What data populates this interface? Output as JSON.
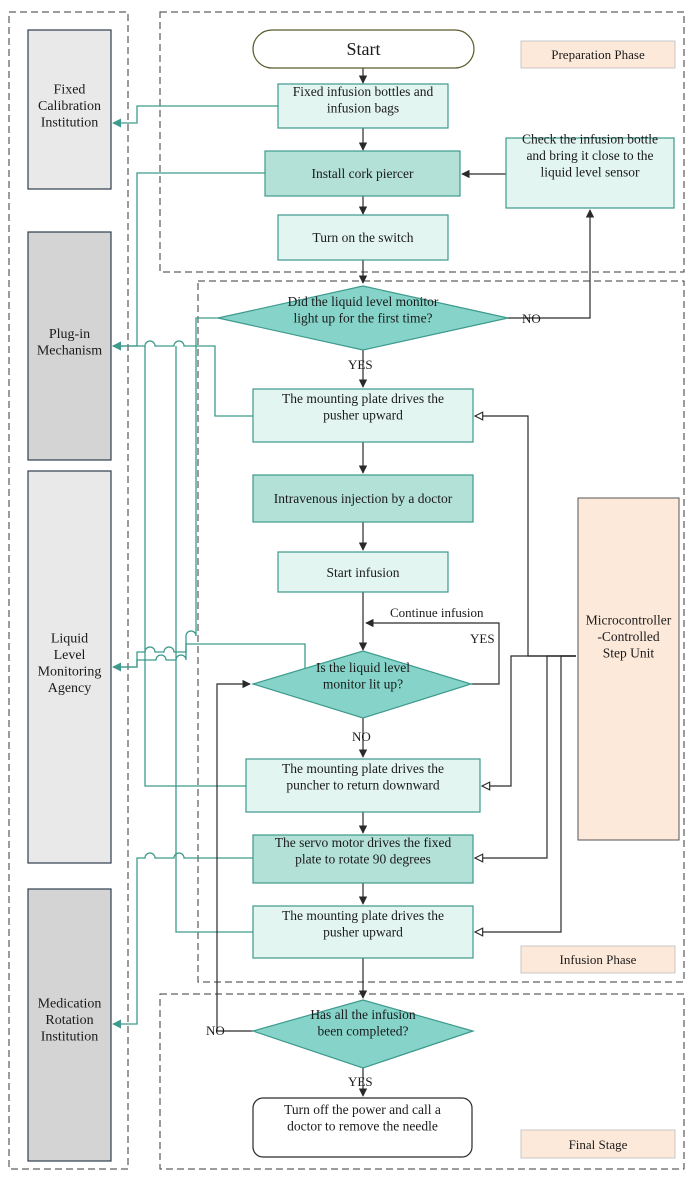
{
  "colors": {
    "proc_fill": "#e3f5f1",
    "proc_dark_fill": "#b3e0d7",
    "decision_fill": "#86d4c9",
    "teal_stroke": "#3d9a8c",
    "side_light_fill": "#e9e9ea",
    "side_dark_fill": "#d4d4d5",
    "phase_fill": "#fde9da",
    "line_dark": "#2a2a2a"
  },
  "side_panels": {
    "fixed_calibration": "Fixed\nCalibration\nInstitution",
    "plug_in": "Plug-in\nMechanism",
    "liquid_level": "Liquid\nLevel\nMonitoring\nAgency",
    "medication_rotation": "Medication\nRotation\nInstitution"
  },
  "phases": {
    "preparation": "Preparation Phase",
    "infusion": "Infusion Phase",
    "final": "Final Stage"
  },
  "nodes": {
    "start": "Start",
    "fixed_bottles": "Fixed infusion bottles and\ninfusion bags",
    "install_piercer": "Install cork piercer",
    "check_bottle": "Check the infusion bottle\nand bring it close to the\nliquid level sensor",
    "turn_on": "Turn on the switch",
    "decision_first_light": "Did the liquid level monitor\nlight up for the first time?",
    "plate_up_1": "The mounting plate drives the\npusher upward",
    "iv_injection": "Intravenous injection by a doctor",
    "start_infusion": "Start infusion",
    "decision_lit": "Is the liquid level\nmonitor lit up?",
    "plate_down": "The mounting plate drives the\npuncher to return downward",
    "servo_rotate": "The servo motor drives the fixed\nplate to rotate 90 degrees",
    "plate_up_2": "The mounting plate drives the\npusher upward",
    "decision_complete": "Has all the infusion\nbeen completed?",
    "end": "Turn off the power and call a\ndoctor to remove the needle",
    "mcu": "Microcontroller\n-Controlled\nStep Unit"
  },
  "edge_labels": {
    "no_first": "NO",
    "yes_first": "YES",
    "continue_infusion": "Continue infusion",
    "yes_lit": "YES",
    "no_lit": "NO",
    "no_complete": "NO",
    "yes_complete": "YES"
  }
}
